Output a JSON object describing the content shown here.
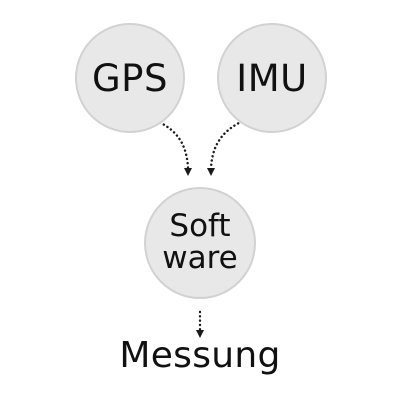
{
  "nodes": {
    "gps": {
      "label": "GPS"
    },
    "imu": {
      "label": "IMU"
    },
    "software": {
      "line1": "Soft",
      "line2": "ware"
    }
  },
  "output": {
    "label": "Messung"
  },
  "colors": {
    "node_fill": "#e8e8e8",
    "node_border": "#d2d2d2",
    "text": "#111111",
    "connector": "#1a1a1a"
  }
}
